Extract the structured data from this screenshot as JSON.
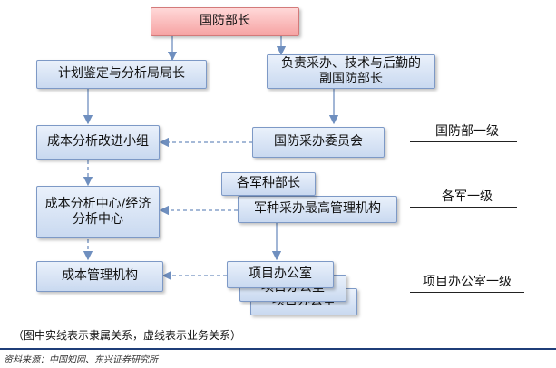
{
  "nodes": {
    "defense_minister": "国防部长",
    "planning_director": "计划鉴定与分析局局长",
    "deputy_minister": "负责采办、技术与后勤的\n副国防部长",
    "cost_group": "成本分析改进小组",
    "acquisition_committee": "国防采办委员会",
    "cost_center": "成本分析中心/经济\n分析中心",
    "service_depts": "各军种部长",
    "service_acq_agency": "军种采办最高管理机构",
    "cost_mgmt": "成本管理机构",
    "project_office_1": "项目办公室",
    "project_office_2": "项目办公室",
    "project_office_3": "项目办公室"
  },
  "levels": {
    "defense": "国防部一级",
    "service": "各军一级",
    "project": "项目办公室一级"
  },
  "note": "（图中实线表示隶属关系，虚线表示业务关系）",
  "source": "资料来源：中国知网、东兴证券研究所",
  "colors": {
    "box_fill": "#d6e3f5",
    "box_border": "#7d99c6",
    "top_fill": "#f8b9b9",
    "line": "#6f8fbf",
    "source_bar": "#1f3e78"
  }
}
